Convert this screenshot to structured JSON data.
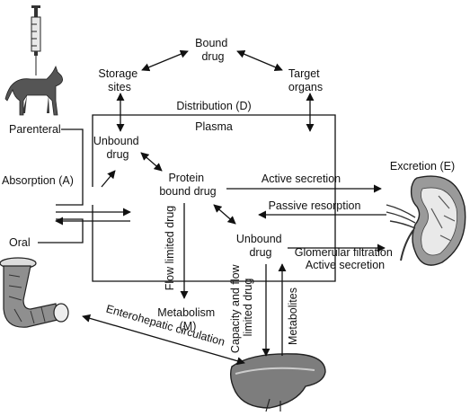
{
  "labels": {
    "bound_drug": [
      "Bound",
      "drug"
    ],
    "storage_sites": [
      "Storage",
      "sites"
    ],
    "target_organs": [
      "Target",
      "organs"
    ],
    "distribution": "Distribution (D)",
    "plasma": "Plasma",
    "parenteral": "Parenteral",
    "unbound_drug_top": [
      "Unbound",
      "drug"
    ],
    "absorption": "Absorption (A)",
    "protein_bound": [
      "Protein",
      "bound drug"
    ],
    "active_secretion": "Active secretion",
    "excretion": "Excretion (E)",
    "passive_resorption": "Passive resorption",
    "flow_limited": "Flow limited drug",
    "unbound_drug_mid": [
      "Unbound",
      "drug"
    ],
    "glomerular": [
      "Glomerular filtration",
      "Active secretion"
    ],
    "oral": "Oral",
    "capacity": [
      "Capacity and flow",
      "limited drug"
    ],
    "metabolites": "Metabolites",
    "metabolism": [
      "Metabolism",
      "(M)"
    ],
    "enterohepatic": "Enterohepatic circulation"
  },
  "icons": [
    "syringe-icon",
    "dog-icon",
    "kidney-icon",
    "intestine-icon",
    "liver-icon"
  ]
}
